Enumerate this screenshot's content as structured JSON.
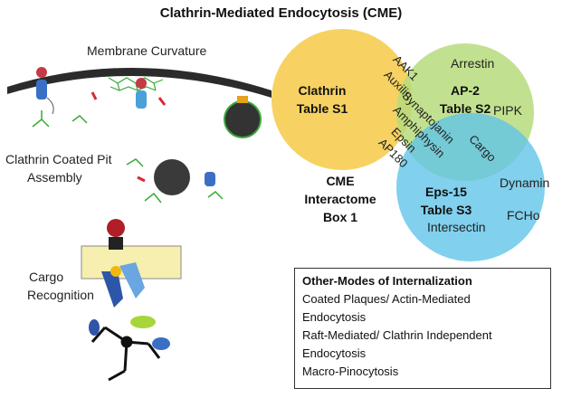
{
  "title": "Clathrin-Mediated Endocytosis (CME)",
  "left_labels": {
    "membrane_curvature": "Membrane Curvature",
    "coated_pit_line1": "Clathrin Coated Pit",
    "coated_pit_line2": "Assembly",
    "cargo_line1": "Cargo",
    "cargo_line2": "Recognition"
  },
  "venn": {
    "clathrin": {
      "line1": "Clathrin",
      "line2": "Table S1",
      "color": "#f7d262"
    },
    "ap2": {
      "line1": "AP-2",
      "line2": "Table S2",
      "color": "#b7dc7c"
    },
    "eps15": {
      "line1": "Eps-15",
      "line2": "Table S3",
      "color": "#5ec3e8"
    },
    "cme": {
      "line1": "CME",
      "line2": "Interactome",
      "line3": "Box 1"
    },
    "proteins": {
      "aak1": "AAK1",
      "auxilin": "Auxilin",
      "arrestin": "Arrestin",
      "pipk": "PIPK",
      "synaptojanin": "Synaptojanin",
      "amphiphysin": "Amphiphysin",
      "epsin": "Epsin",
      "ap180": "AP180",
      "cargo": "Cargo",
      "dynamin": "Dynamin",
      "fcho": "FCHo",
      "intersectin": "Intersectin"
    }
  },
  "other_modes": {
    "heading": "Other-Modes of Internalization",
    "items": [
      "Coated Plaques/ Actin-Mediated",
      "Endocytosis",
      "Raft-Mediated/ Clathrin Independent",
      "Endocytosis",
      "Macro-Pinocytosis"
    ]
  },
  "colors": {
    "membrane": "#2b2b2b",
    "clathrin_green": "#3aa83a",
    "vesicle": "#3a3a3a",
    "adaptor_blue": "#3a6fc4",
    "accent_red": "#d8292f",
    "lipid_yellow": "#f7efb0"
  }
}
